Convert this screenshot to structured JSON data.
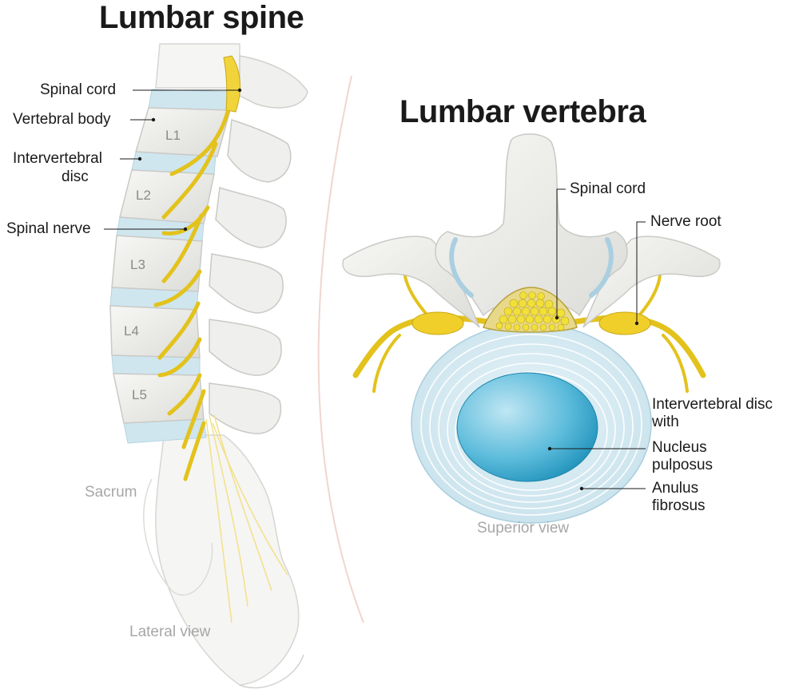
{
  "titles": {
    "spine": "Lumbar spine",
    "vertebra": "Lumbar vertebra"
  },
  "spine_labels": {
    "spinal_cord": "Spinal cord",
    "vertebral_body": "Vertebral body",
    "intervertebral_line1": "Intervertebral",
    "intervertebral_line2": "disc",
    "spinal_nerve": "Spinal nerve",
    "sacrum": "Sacrum",
    "view": "Lateral view"
  },
  "vertebrae": [
    "L1",
    "L2",
    "L3",
    "L4",
    "L5"
  ],
  "vertebra_labels": {
    "spinal_cord": "Spinal cord",
    "nerve_root": "Nerve root",
    "disc_line1": "Intervertebral disc",
    "disc_line2": "with",
    "nucleus_line1": "Nucleus",
    "nucleus_line2": "pulposus",
    "anulus_line1": "Anulus",
    "anulus_line2": "fibrosus",
    "view": "Superior view"
  },
  "colors": {
    "bone": "#ececea",
    "bone_edge": "#c9c9c6",
    "nerve": "#e3c21c",
    "disc": "#c9e3ee",
    "nucleus": "#2aa3c9"
  }
}
